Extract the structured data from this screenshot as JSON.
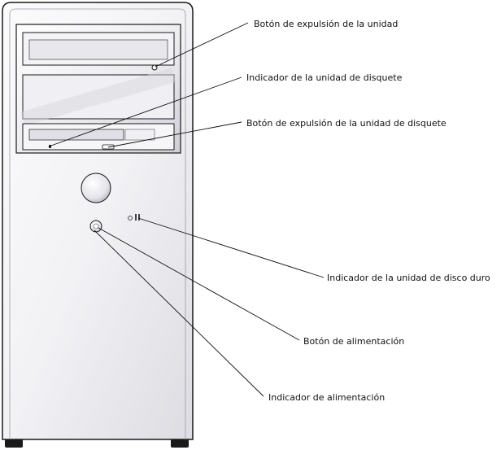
{
  "callouts": {
    "eject_drive": "Botón de expulsión de la unidad",
    "floppy_indicator": "Indicador de la unidad de disquete",
    "floppy_eject": "Botón de expulsión de la unidad de disquete",
    "hdd_indicator": "Indicador de la unidad de disco duro",
    "power_button": "Botón de alimentación",
    "power_indicator": "Indicador de alimentación"
  },
  "colors": {
    "outline": "#1a1a1a",
    "case_light": "#f7f7f9",
    "case_shade": "#d9d9df",
    "leader": "#111111"
  }
}
